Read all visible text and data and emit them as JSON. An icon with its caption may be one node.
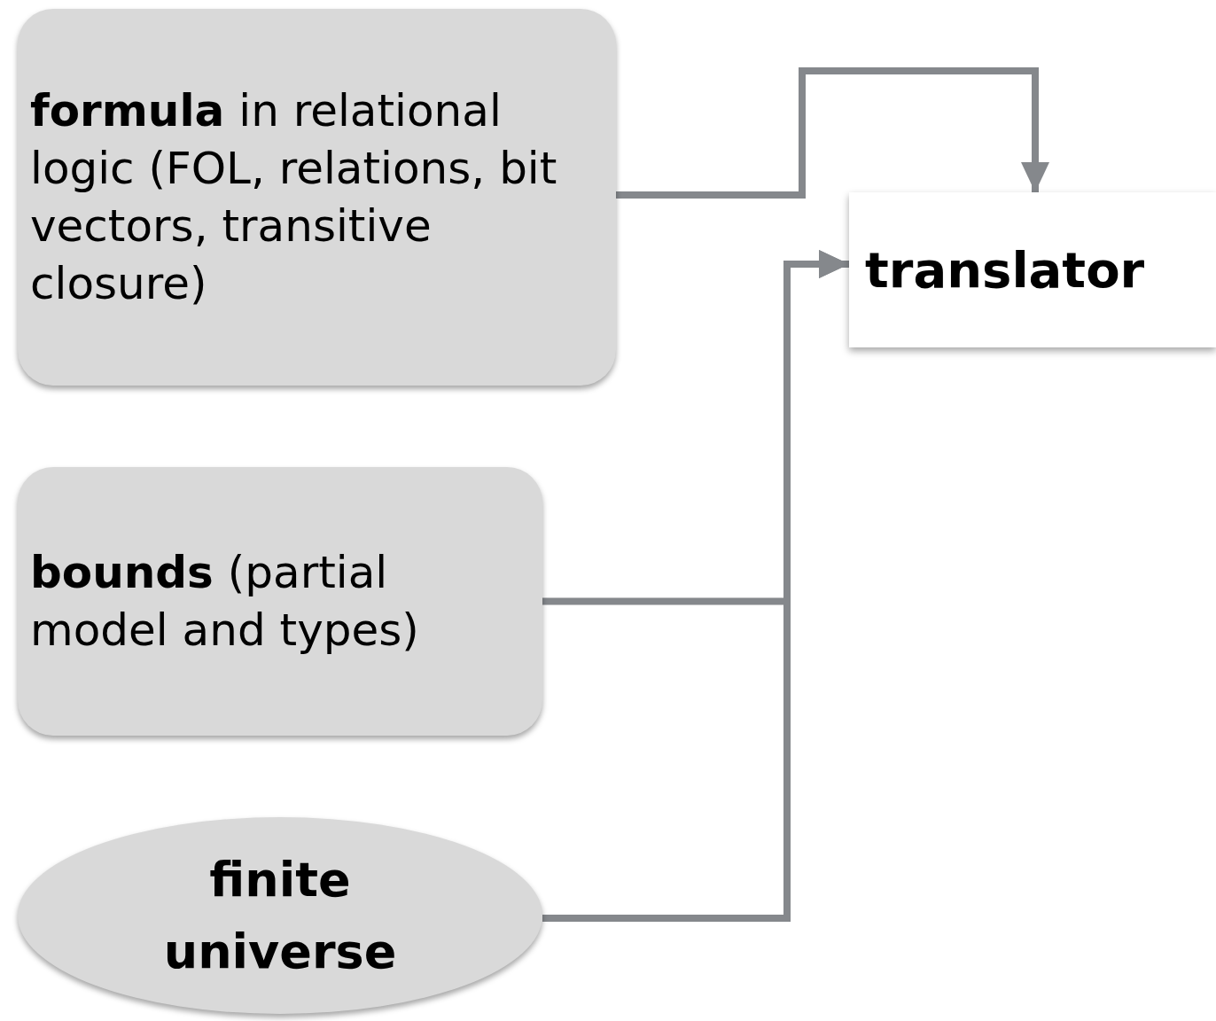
{
  "diagram": {
    "nodes": [
      {
        "text": [
          "**formula** in relational logic (FOL, relations, bit vectors, transitive closure)"
        ]
      },
      {
        "text": [
          "**bounds** (partial model and types)"
        ]
      },
      {
        "text": [
          "finite universe"
        ]
      },
      {
        "text": [
          "translator"
        ]
      }
    ],
    "edges": [
      {
        "from": 0,
        "to": 3,
        "arrow": "to"
      },
      {
        "from": 1,
        "to": 3,
        "arrow": "to"
      },
      {
        "from": 2,
        "to": 3,
        "arrow": "to"
      }
    ]
  }
}
